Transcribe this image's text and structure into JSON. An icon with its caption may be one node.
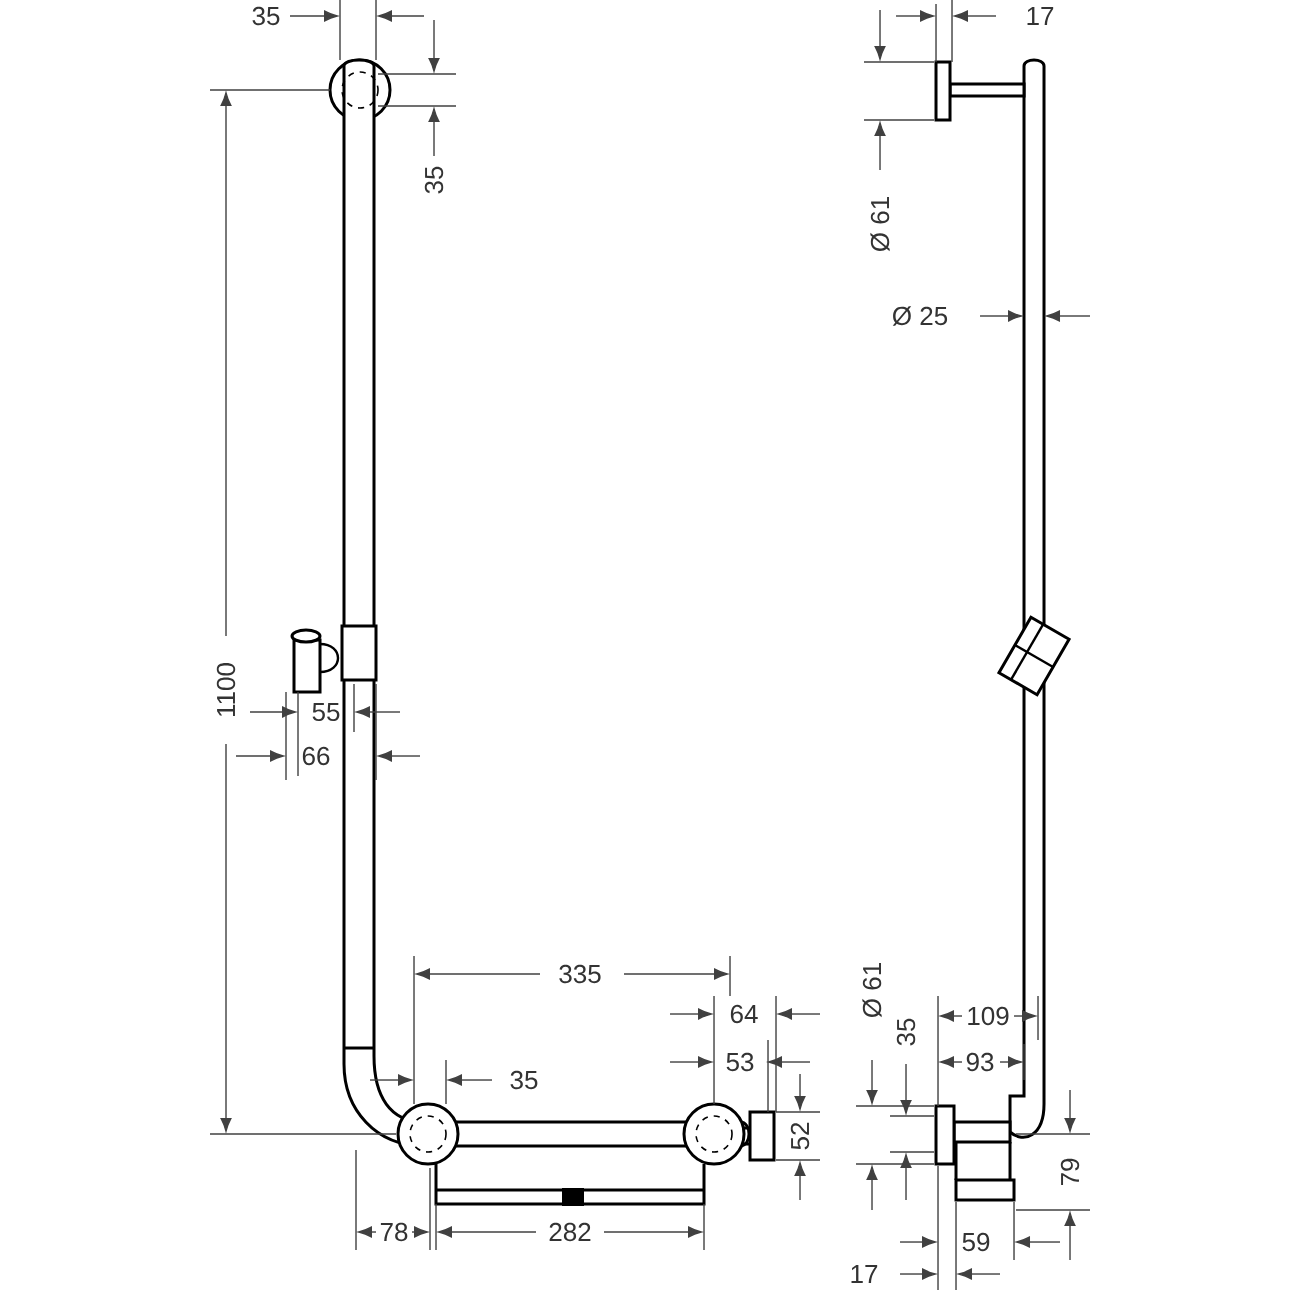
{
  "diagram": {
    "labels": [
      "35",
      "17",
      "35",
      "Ø 61",
      "Ø 25",
      "1100",
      "55",
      "66",
      "335",
      "64",
      "Ø 61",
      "109",
      "53",
      "35",
      "93",
      "35",
      "52",
      "79",
      "78",
      "282",
      "59",
      "17"
    ]
  }
}
